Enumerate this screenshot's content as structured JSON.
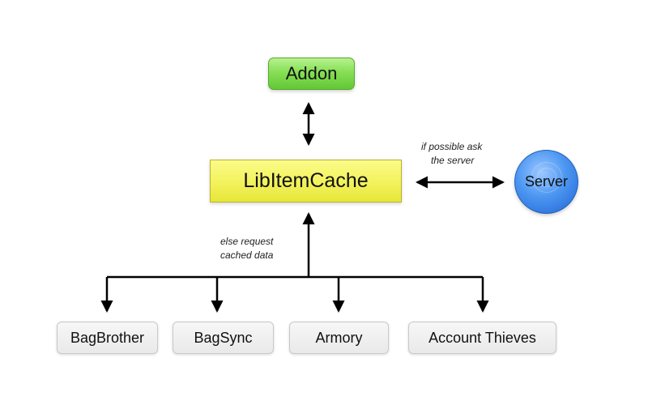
{
  "nodes": {
    "addon": "Addon",
    "core": "LibItemCache",
    "server": "Server",
    "providers": [
      "BagBrother",
      "BagSync",
      "Armory",
      "Account Thieves"
    ]
  },
  "annotations": {
    "server_line1": "if possible ask",
    "server_line2": "the server",
    "cache_line1": "else request",
    "cache_line2": "cached data"
  },
  "colors": {
    "addon": "#86df55",
    "core": "#f2f25c",
    "server": "#4d97f2",
    "provider": "#ececec",
    "connector": "#000000"
  }
}
